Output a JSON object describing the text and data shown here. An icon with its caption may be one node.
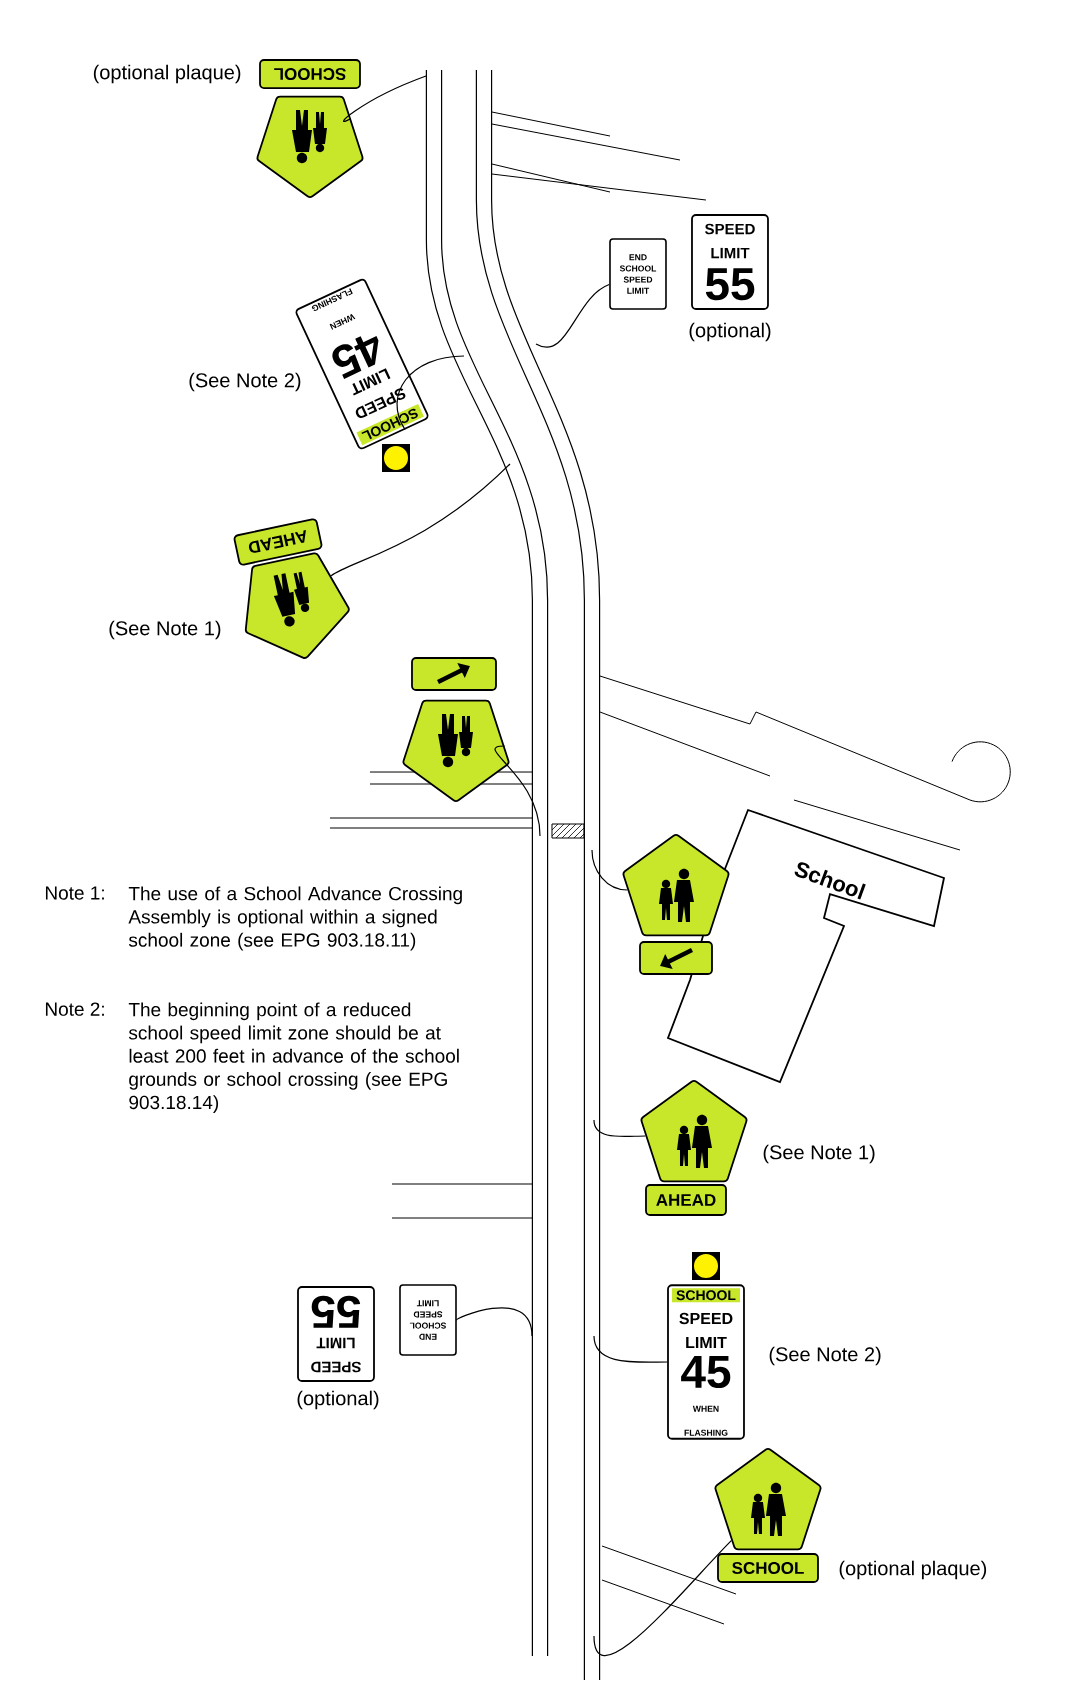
{
  "diagram": {
    "nodes": [
      {
        "text": [
          "SCHOOL"
        ],
        "beside": [
          "(optional plaque)"
        ]
      },
      {
        "text": [],
        "shape": "pentagon"
      },
      {
        "text": [
          "END SCHOOL SPEED LIMIT"
        ]
      },
      {
        "text": [
          "SPEED LIMIT",
          "55"
        ],
        "beside": [
          "(optional)"
        ]
      },
      {
        "text": [
          "SCHOOL",
          "SPEED LIMIT",
          "45",
          "WHEN FLASHING"
        ],
        "beside": [
          "(See Note 2)"
        ]
      },
      {
        "text": [
          "AHEAD"
        ]
      },
      {
        "text": [],
        "shape": "pentagon",
        "beside": [
          "(See Note 1)"
        ]
      },
      {
        "text": [],
        "shape": "box"
      },
      {
        "text": [],
        "shape": "pentagon"
      },
      {
        "text": [
          "School"
        ]
      },
      {
        "text": [],
        "shape": "pentagon"
      },
      {
        "text": [],
        "shape": "box"
      },
      {
        "text": [],
        "shape": "pentagon",
        "beside": [
          "(See Note 1)"
        ]
      },
      {
        "text": [
          "AHEAD"
        ]
      },
      {
        "text": [
          "SCHOOL",
          "SPEED LIMIT",
          "45",
          "WHEN FLASHING"
        ],
        "beside": [
          "(See Note 2)"
        ]
      },
      {
        "text": [
          "END SCHOOL SPEED LIMIT"
        ]
      },
      {
        "text": [
          "SPEED LIMIT",
          "55"
        ],
        "beside": [
          "(optional)"
        ]
      },
      {
        "text": [],
        "shape": "pentagon"
      },
      {
        "text": [
          "SCHOOL"
        ],
        "beside": [
          "(optional plaque)"
        ]
      }
    ],
    "edges": [
      {
        "from": 1,
        "to": null,
        "arrow": "none"
      },
      {
        "from": 4,
        "to": null,
        "arrow": "none"
      },
      {
        "from": 6,
        "to": null,
        "arrow": "none"
      },
      {
        "from": 2,
        "to": null,
        "arrow": "none"
      },
      {
        "from": 8,
        "to": null,
        "arrow": "none"
      },
      {
        "from": 10,
        "to": null,
        "arrow": "none"
      },
      {
        "from": 12,
        "to": null,
        "arrow": "none"
      },
      {
        "from": 14,
        "to": null,
        "arrow": "none"
      },
      {
        "from": 15,
        "to": null,
        "arrow": "none"
      },
      {
        "from": 17,
        "to": null,
        "arrow": "none"
      }
    ],
    "labels": [
      "Note 1:",
      "The use of a School Advance Crossing Assembly is optional within a signed school zone (see EPG 903.18.11)",
      "Note 2:",
      "The beginning point of a reduced school speed limit zone should be at least 200 feet in advance of the school grounds or school crossing (see EPG 903.18.14)"
    ]
  }
}
